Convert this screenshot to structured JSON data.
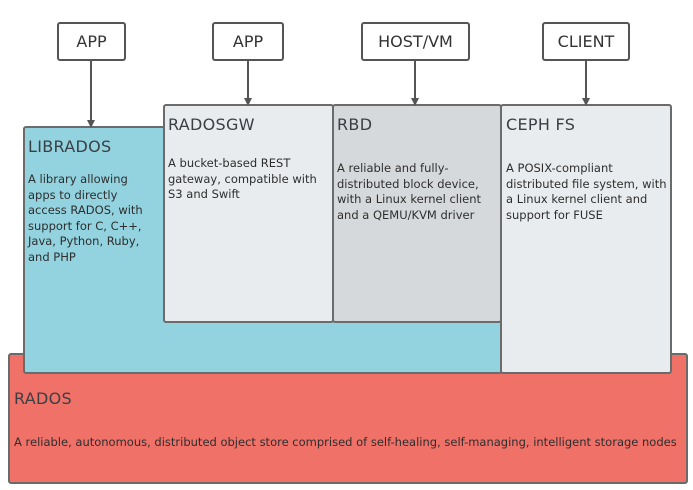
{
  "clients": {
    "app1": "APP",
    "app2": "APP",
    "host": "HOST/VM",
    "client": "CLIENT"
  },
  "librados": {
    "title": "LIBRADOS",
    "description": "A library allowing apps to directly access RADOS, with support for C, C++, Java, Python, Ruby, and PHP"
  },
  "radosgw": {
    "title": "RADOSGW",
    "description": "A bucket-based REST gateway, compatible with S3 and Swift"
  },
  "rbd": {
    "title": "RBD",
    "description": "A reliable and fully-distributed block device, with a Linux kernel client and a QEMU/KVM driver"
  },
  "cephfs": {
    "title": "CEPH FS",
    "description": "A POSIX-compliant distributed file system, with a Linux kernel client and support for FUSE"
  },
  "rados": {
    "title": "RADOS",
    "description": "A reliable, autonomous, distributed object store comprised of self-healing, self-managing, intelligent storage nodes"
  },
  "colors": {
    "rados": "#f07168",
    "librados": "#93d2df",
    "radosgw": "#e8ecef",
    "rbd": "#d6d9db",
    "cephfs": "#e8ecef"
  }
}
